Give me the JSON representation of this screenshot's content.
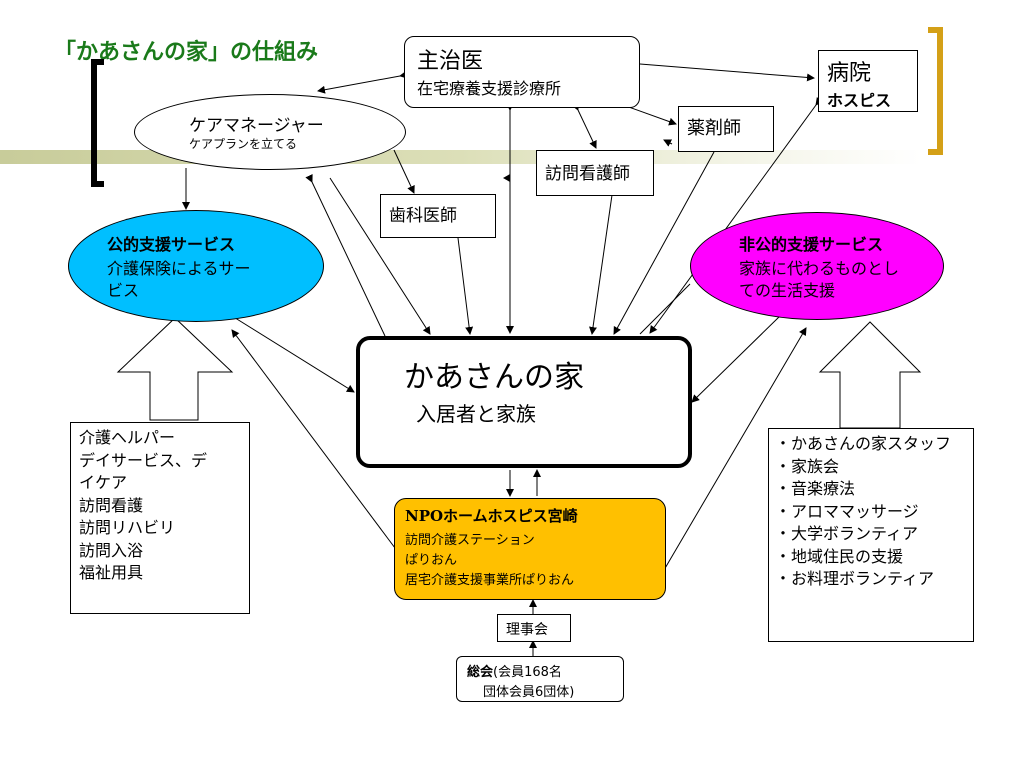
{
  "title": "「かあさんの家」の仕組み",
  "primary_doctor": {
    "line1": "主治医",
    "line2": "在宅療養支援診療所"
  },
  "hospital": {
    "line1": "病院",
    "line2": "ホスピス"
  },
  "care_manager": {
    "line1": "ケアマネージャー",
    "line2": "ケアプランを立てる"
  },
  "pharmacist": "薬剤師",
  "visiting_nurse": "訪問看護師",
  "dentist": "歯科医師",
  "public_support": {
    "line1": "公的支援サービス",
    "line2": "介護保険によるサー",
    "line3": "ビス"
  },
  "private_support": {
    "line1": "非公的支援サービス",
    "line2": "家族に代わるものとし",
    "line3": "ての生活支援"
  },
  "home": {
    "line1": "かあさんの家",
    "line2": "入居者と家族"
  },
  "public_services_list": [
    "介護ヘルパー",
    "デイサービス、デ",
    "イケア",
    "訪問看護",
    "訪問リハビリ",
    "訪問入浴",
    "福祉用具"
  ],
  "private_services_list": [
    "・かあさんの家スタッフ",
    "・家族会",
    "・音楽療法",
    "・アロママッサージ",
    "・大学ボランティア",
    "・地域住民の支援",
    "・お料理ボランティア"
  ],
  "npo": {
    "line1": "NPOホームホスピス宮崎",
    "line2": "訪問介護ステーション",
    "line3": "ぱりおん",
    "line4": "居宅介護支援事業所ぱりおん"
  },
  "board": "理事会",
  "general_meeting": {
    "bold": "総会",
    "line1_rest": "(会員168名",
    "line2": "団体会員6団体)"
  },
  "colors": {
    "title": "#1a7a1a",
    "public_fill": "#00bfff",
    "private_fill": "#ff00ff",
    "npo_fill": "#ffc000",
    "bracket_right": "#d4a017"
  }
}
